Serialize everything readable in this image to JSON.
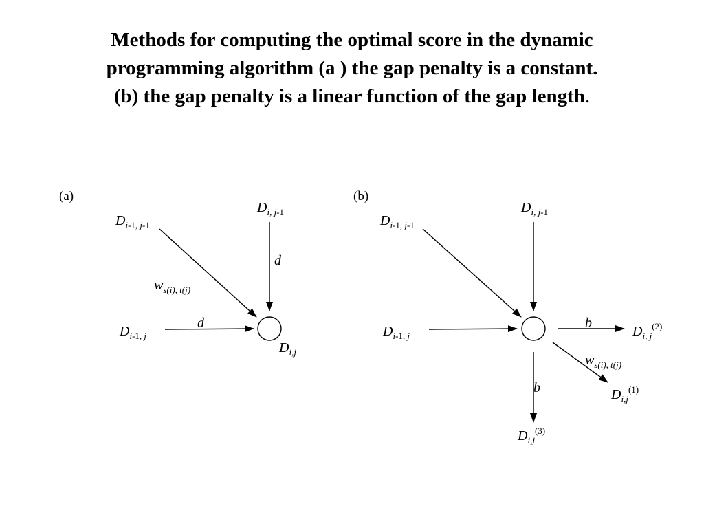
{
  "title": {
    "line1": "Methods for computing the optimal score in the dynamic",
    "line2": "programming algorithm (a ) the gap penalty is a constant.",
    "line3": "(b) the gap penalty is a linear function of the gap length",
    "line3_end": "."
  },
  "panel_a": {
    "label": "(a)",
    "diag": {
      "base": "D",
      "sub_i": "i",
      "sub_rest": "-1, ",
      "sub_j": "j",
      "sub_end": "-1"
    },
    "top": {
      "base": "D",
      "sub_i": "i, j",
      "sub_end": "-1"
    },
    "left": {
      "base": "D",
      "sub_i": "i",
      "sub_rest": "-1, ",
      "sub_j": "j"
    },
    "node": {
      "base": "D",
      "sub": "i,j"
    },
    "edge_top": "d",
    "edge_left": "d",
    "edge_diag_w": "w",
    "edge_diag_sub": "s(i), t(j)"
  },
  "panel_b": {
    "label": "(b)",
    "diag": {
      "base": "D",
      "sub_i": "i",
      "sub_rest": "-1, ",
      "sub_j": "j",
      "sub_end": "-1"
    },
    "top": {
      "base": "D",
      "sub_i": "i, j",
      "sub_end": "-1"
    },
    "left": {
      "base": "D",
      "sub_i": "i",
      "sub_rest": "-1, ",
      "sub_j": "j"
    },
    "out_right": {
      "base": "D",
      "sub": "i, j",
      "sup": "(2)"
    },
    "out_diag": {
      "base": "D",
      "sub": "i,j",
      "sup": "(1)"
    },
    "out_down": {
      "base": "D",
      "sub": "i,j",
      "sup": "(3)"
    },
    "edge_right": "b",
    "edge_down": "b",
    "edge_diag_w": "w",
    "edge_diag_sub": "s(i), t(j)"
  }
}
